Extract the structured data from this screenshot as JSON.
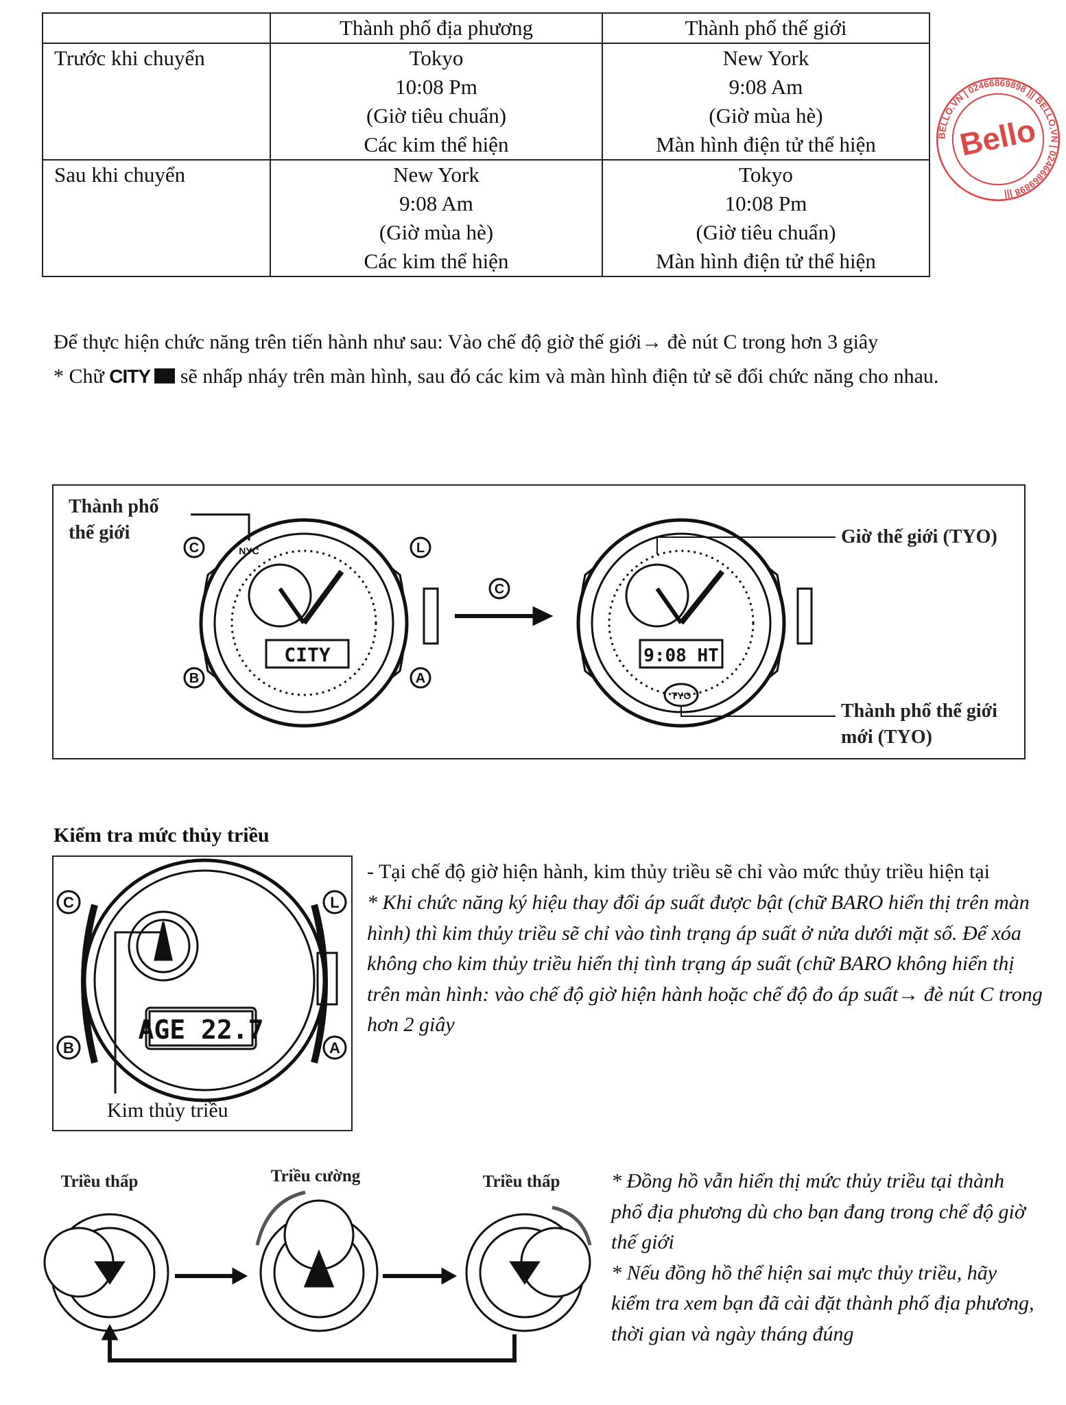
{
  "table": {
    "headers": [
      "",
      "Thành phố địa phương",
      "Thành phố thế giới"
    ],
    "rows": [
      {
        "label": "Trước khi chuyển",
        "local": [
          "Tokyo",
          "10:08 Pm",
          "(Giờ tiêu chuẩn)",
          "Các kim thể hiện"
        ],
        "world": [
          "New York",
          "9:08 Am",
          "(Giờ mùa hè)",
          "Màn hình điện tử thể hiện"
        ]
      },
      {
        "label": "Sau khi chuyển",
        "local": [
          "New York",
          "9:08 Am",
          "(Giờ mùa hè)",
          "Các kim thể hiện"
        ],
        "world": [
          "Tokyo",
          "10:08 Pm",
          "(Giờ tiêu chuẩn)",
          "Màn hình điện tử thể hiện"
        ]
      }
    ]
  },
  "instructions": {
    "line1": "Để thực hiện chức năng trên tiến hành như sau: Vào chế độ giờ thế giới→ đè nút C trong hơn 3 giây",
    "line2_prefix": "* Chữ",
    "city_glyph": "CITY",
    "line2_suffix": "sẽ nhấp nháy trên màn hình, sau đó các kim và màn hình điện tử sẽ đổi chức năng cho nhau."
  },
  "stamp": {
    "brand": "Bello",
    "ring_text": "BELLO.VN | 02466869898 ||| BELLO.VN | 02466869898 |||",
    "color": "#d42a2a"
  },
  "figure1": {
    "label_world_city": [
      "Thành phố",
      "thế giới"
    ],
    "label_world_time": "Giờ thế giới (TYO)",
    "label_new_city": [
      "Thành phố thế giới",
      "mới (TYO)"
    ],
    "left_watch": {
      "city_code": "NYC",
      "display": "CITY",
      "buttons": [
        "C",
        "L",
        "B",
        "A"
      ]
    },
    "right_watch": {
      "city_code": "TYO",
      "display": "9:08 HT",
      "buttons": []
    },
    "arrow_button": "C"
  },
  "tide": {
    "heading": "Kiểm tra mức thủy triều",
    "watch_display": "AGE 22.7",
    "watch_buttons": [
      "C",
      "L",
      "B",
      "A"
    ],
    "hand_label": "Kim thủy triều",
    "text_main": "- Tại chế độ giờ hiện hành, kim thủy triều sẽ chỉ vào mức thủy triều hiện tại",
    "text_note": "* Khi chức năng ký hiệu thay đổi áp suất được bật (chữ BARO hiển thị trên màn hình) thì kim thủy triều sẽ chỉ vào tình trạng áp suất ở nửa dưới mặt số. Để xóa không cho kim thủy triều hiển thị tình trạng áp suất (chữ BARO không hiển thị trên màn hình: vào chế độ giờ hiện hành hoặc chế độ đo áp suất→ đè nút C trong hơn 2 giây",
    "cycle_labels": [
      "Triều thấp",
      "Triều cường",
      "Triều thấp"
    ],
    "note1": "* Đồng hồ vẫn hiển thị mức thủy triều tại thành phố địa phương dù cho bạn đang trong chế độ giờ thế giới",
    "note2": "* Nếu đồng hồ thể hiện sai mực thủy triều, hãy kiểm tra xem bạn đã cài đặt thành phố địa phương, thời gian và ngày tháng đúng"
  }
}
